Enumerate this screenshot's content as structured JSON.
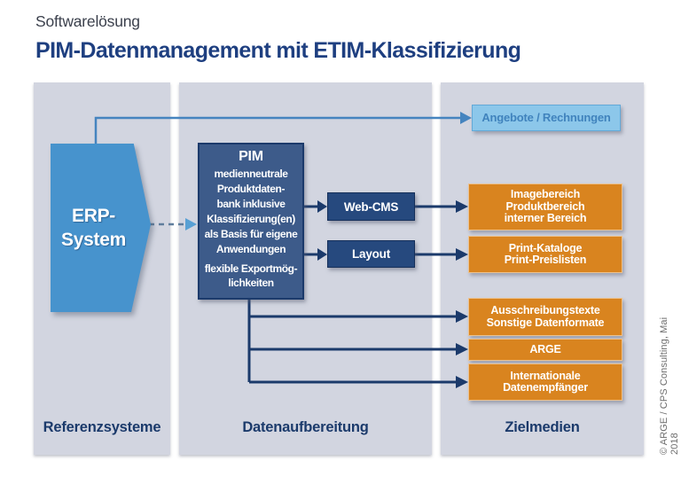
{
  "header": {
    "eyebrow": "Softwarelösung",
    "title": "PIM-Datenmanagement mit ETIM-Klassifizierung"
  },
  "columns": {
    "referenzsysteme": "Referenzsysteme",
    "datenaufbereitung": "Datenaufbereitung",
    "zielmedien": "Zielmedien"
  },
  "nodes": {
    "erp": "ERP-\nSystem",
    "pim_title": "PIM",
    "pim_body": "medienneutrale\nProduktdaten-\nbank inklusive\nKlassifizierung(en)\nals Basis für eigene\nAnwendungen",
    "pim_footer": "flexible Exportmög-\nlichkeiten",
    "web_cms": "Web-CMS",
    "layout": "Layout"
  },
  "targets": {
    "angebote": "Angebote / Rechnungen",
    "imagebereich": "Imagebereich\nProduktbereich\ninterner Bereich",
    "print": "Print-Kataloge\nPrint-Preislisten",
    "ausschreibung": "Ausschreibungstexte\nSonstige Datenformate",
    "arge": "ARGE",
    "international": "Internationale\nDatenempfänger"
  },
  "footer": {
    "copyright": "© ARGE / CPS Consulting, Mai 2018"
  },
  "colors": {
    "column_bg": "#d2d5e0",
    "navy": "#1b3a6b",
    "title_blue": "#1e3f80",
    "erp_blue": "#4793cd",
    "pim_fill": "#3d5b8a",
    "processor_fill": "#26497e",
    "target_orange": "#d9841f",
    "info_lightblue": "#8cc7ea",
    "steel_line": "#4584bf",
    "dash_line": "#5f7d9c"
  }
}
